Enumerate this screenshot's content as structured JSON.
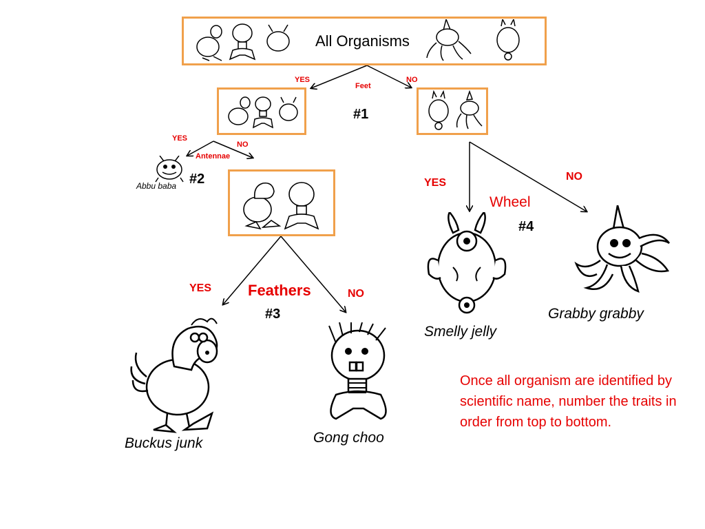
{
  "root": {
    "title": "All Organisms"
  },
  "nodes": {
    "n1": {
      "trait": "Feet",
      "yes": "YES",
      "no": "NO",
      "number": "#1"
    },
    "n2": {
      "trait": "Antennae",
      "yes": "YES",
      "no": "NO",
      "number": "#2"
    },
    "n3": {
      "trait": "Feathers",
      "yes": "YES",
      "no": "NO",
      "number": "#3"
    },
    "n4": {
      "trait": "Wheel",
      "yes": "YES",
      "no": "NO",
      "number": "#4"
    }
  },
  "organisms": {
    "abbu": "Abbu baba",
    "buckus": "Buckus junk",
    "gong": "Gong choo",
    "smelly": "Smelly jelly",
    "grabby": "Grabby grabby"
  },
  "note": "Once all organism are identified by scientific name, number the traits in order from top to bottom.",
  "colors": {
    "box_border": "#f0a04b",
    "label_red": "#e60000",
    "line": "#000000"
  },
  "icons": [
    "bird-creature-icon",
    "shaggy-hair-creature-icon",
    "antenna-creature-icon",
    "octopus-unicorn-icon",
    "wheeled-horned-creature-icon"
  ]
}
